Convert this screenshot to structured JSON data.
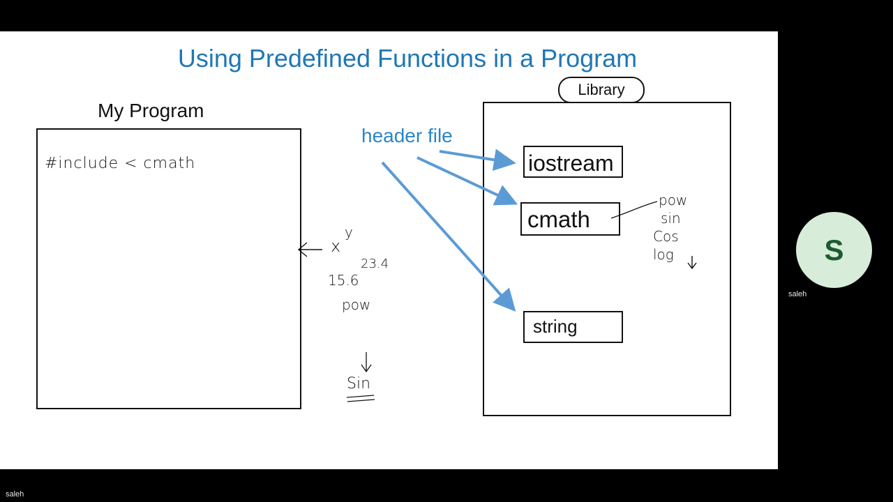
{
  "slide": {
    "title": "Using Predefined Functions in a Program",
    "program_title": "My Program",
    "library_label": "Library",
    "header_file_label": "header file",
    "headers": [
      "iostream",
      "cmath",
      "string"
    ],
    "handwriting": {
      "include": "#include < cmath",
      "x": "x",
      "y": "y",
      "base": "15.6",
      "exp": "23.4",
      "pow_left": "pow",
      "sin_bottom": "Sin",
      "cmath_funcs": [
        "pow",
        "sin",
        "Cos",
        "log"
      ]
    }
  },
  "participant": {
    "initial": "S",
    "name": "saleh"
  },
  "footer": {
    "user_name": "saleh"
  }
}
